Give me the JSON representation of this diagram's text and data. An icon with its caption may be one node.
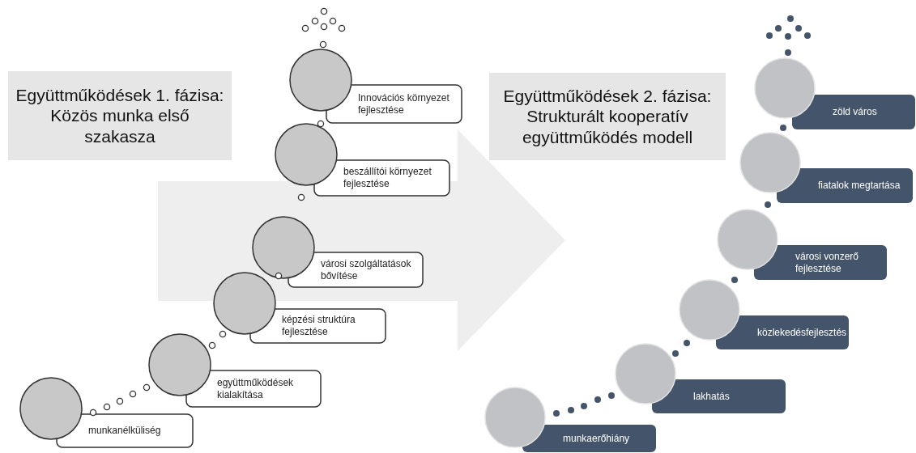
{
  "diagram": {
    "nodes": [
      {
        "text": [
          "Együttműködések 1. fázisa: Közös munka első szakasza"
        ]
      },
      {
        "text": [
          "munkanélküliség"
        ]
      },
      {
        "text": [
          "együttműködések kialakítása"
        ]
      },
      {
        "text": [
          "képzési struktúra fejlesztése"
        ]
      },
      {
        "text": [
          "városi szolgáltatások bővítése"
        ]
      },
      {
        "text": [
          "beszállítói környezet fejlesztése"
        ]
      },
      {
        "text": [
          "Innovációs környezet fejlesztése"
        ]
      },
      {
        "text": [
          "Együttműködések 2. fázisa: Strukturált kooperatív együttműködés modell"
        ]
      },
      {
        "text": [
          "munkaerőhiány"
        ]
      },
      {
        "text": [
          "lakhatás"
        ]
      },
      {
        "text": [
          "közlekedésfejlesztés"
        ]
      },
      {
        "text": [
          "városi vonzerő fejlesztése"
        ]
      },
      {
        "text": [
          "fiatalok megtartása"
        ]
      },
      {
        "text": [
          "zöld város"
        ]
      }
    ],
    "edges": [
      {
        "from": 0,
        "to": 7,
        "arrow": "to",
        "style": "thick"
      }
    ]
  }
}
